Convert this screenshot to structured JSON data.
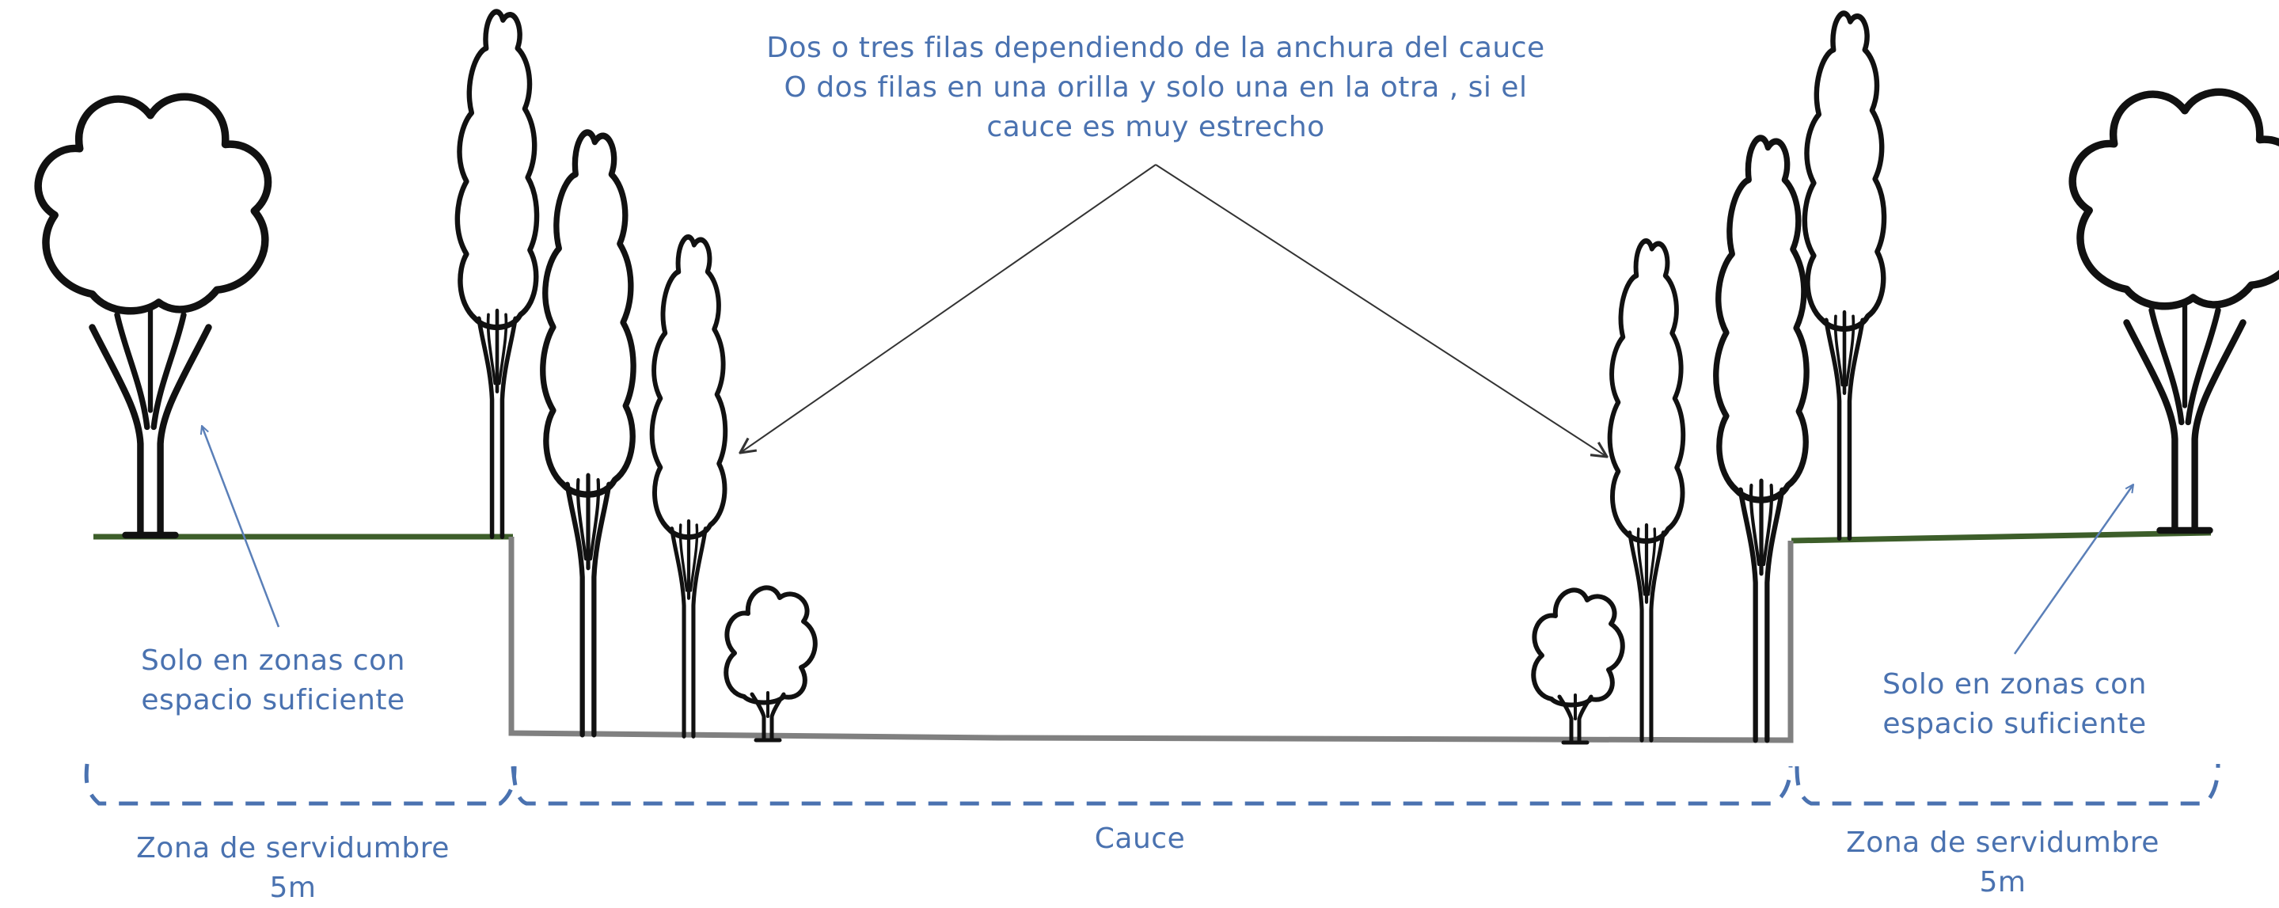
{
  "colors": {
    "text": "#4a72b0",
    "bracket": "#4a72b0",
    "arrow": "#5a7fb8",
    "pointer_line": "#333333",
    "channel": "#808080",
    "grass": "#3d5e2a",
    "tree_outline": "#111111",
    "background": "#ffffff"
  },
  "callout": {
    "lines": [
      "Dos o tres filas  dependiendo de la anchura del cauce",
      "O  dos filas en una orilla y solo una en la otra , si el",
      "cauce es muy estrecho"
    ]
  },
  "left_note": {
    "lines": [
      "Solo en zonas  con",
      "espacio suficiente"
    ]
  },
  "right_note": {
    "lines": [
      "Solo en zonas  con",
      "espacio suficiente"
    ]
  },
  "zones": {
    "left": {
      "lines": [
        "Zona de servidumbre",
        "5m"
      ]
    },
    "center": {
      "label": "Cauce"
    },
    "right": {
      "lines": [
        "Zona de servidumbre",
        "5m"
      ]
    }
  },
  "icons": {
    "broad_tree": "round-canopy-tree-icon",
    "poplar": "tall-columnar-tree-icon",
    "shrub": "small-shrub-icon"
  }
}
